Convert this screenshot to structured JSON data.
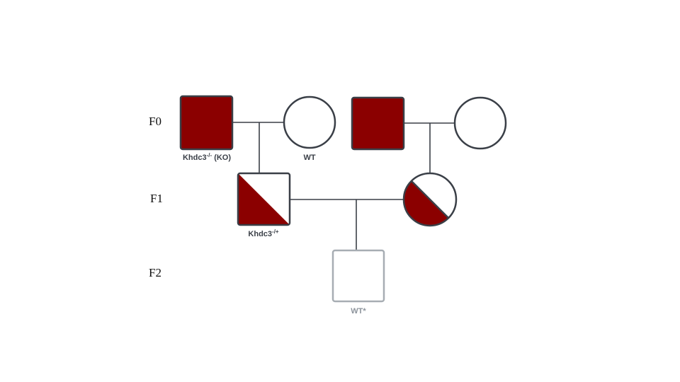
{
  "colors": {
    "affected": "#8b0000",
    "outline": "#3a3f47",
    "muted": "#a7adb3",
    "background": "#ffffff"
  },
  "generations": {
    "f0": "F0",
    "f1": "F1",
    "f2": "F2"
  },
  "individuals": {
    "f0_male_ko": {
      "sex": "male",
      "status": "affected",
      "label": "Khdc3",
      "label_sup": "-/-",
      "label_suffix": " (KO)"
    },
    "f0_female_wt": {
      "sex": "female",
      "status": "unaffected",
      "label": "WT"
    },
    "f0_male_2": {
      "sex": "male",
      "status": "affected",
      "label": ""
    },
    "f0_female_2": {
      "sex": "female",
      "status": "unaffected",
      "label": ""
    },
    "f1_male_het": {
      "sex": "male",
      "status": "carrier",
      "label": "Khdc3",
      "label_sup": "-/+"
    },
    "f1_female_het": {
      "sex": "female",
      "status": "carrier",
      "label": ""
    },
    "f2_male_wt": {
      "sex": "male",
      "status": "unaffected",
      "label": "WT*"
    }
  }
}
